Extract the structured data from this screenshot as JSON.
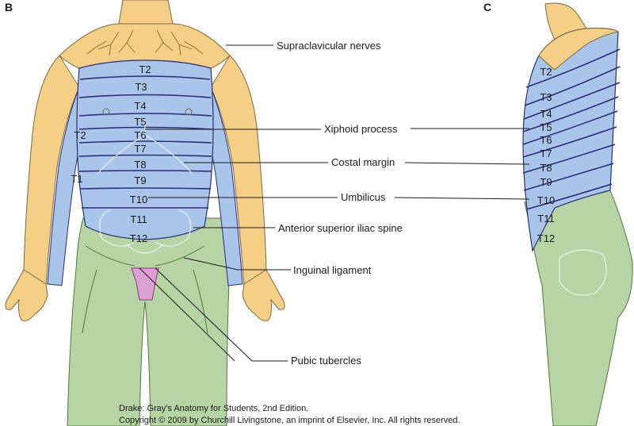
{
  "panels": {
    "front": "B",
    "side": "C"
  },
  "front_segments": [
    "T2",
    "T3",
    "T4",
    "T5",
    "T6",
    "T7",
    "T8",
    "T9",
    "T10",
    "T11",
    "T12"
  ],
  "front_arm_segments": [
    "T2",
    "T1"
  ],
  "side_segments": [
    "T2",
    "T3",
    "T4",
    "T5",
    "T6",
    "T7",
    "T8",
    "T9",
    "T10",
    "T11",
    "T12"
  ],
  "labels": {
    "supraclavicular": "Supraclavicular nerves",
    "xiphoid": "Xiphoid process",
    "costal": "Costal margin",
    "umbilicus": "Umbilicus",
    "asis": "Anterior superior iliac spine",
    "inguinal": "Inguinal ligament",
    "pubic": "Pubic tubercles"
  },
  "credit": {
    "line1": "Drake: Gray's Anatomy for Students, 2nd Edition.",
    "line2": "Copyright © 2009 by Churchill Livingstone, an imprint of Elsevier, Inc. All rights reserved."
  },
  "colors": {
    "cervical_yellow": "#f5cf86",
    "thoracic_blue": "#a9c6ea",
    "lumbar_green": "#b6d4a4",
    "genital_pink": "#dca0d4",
    "band_line": "#2a2e7a"
  }
}
